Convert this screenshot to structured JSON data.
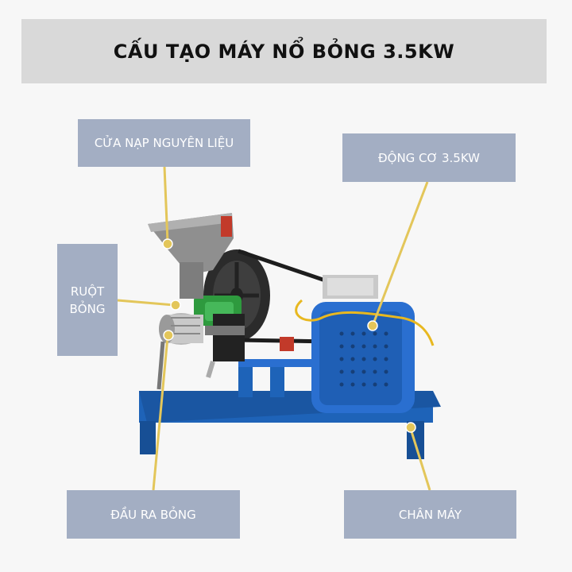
{
  "title": "CẤU TẠO MÁY NỔ BỎNG 3.5KW",
  "labels": {
    "hopper": "CỬA NẠP NGUYÊN LIỆU",
    "motor": "ĐỘNG CƠ 3.5KW",
    "barrel": "RUỘT BỎNG",
    "outlet": "ĐẦU RA BỎNG",
    "stand": "CHÂN MÁY"
  },
  "colors": {
    "background": "#f7f7f7",
    "title_bar": "#d9d9d9",
    "label_box": "#a3aec3",
    "leader_line": "#e3c65a",
    "frame_blue": "#1e63b8",
    "motor_blue": "#2a6fd0",
    "hopper_gray": "#8f8f8f"
  }
}
